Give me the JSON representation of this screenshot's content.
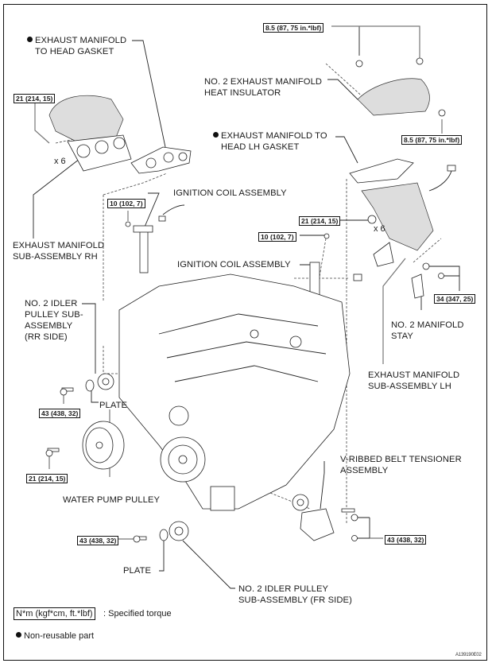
{
  "diagram": {
    "type": "exploded-parts-view",
    "subject": "Engine exhaust manifold, ignition coil and pulley components",
    "figure_id": "A139190E02",
    "labels": {
      "exh_gasket_rh": [
        "EXHAUST MANIFOLD",
        "TO HEAD GASKET"
      ],
      "exh_gasket_rh_nonreusable": true,
      "heat_insulator": [
        "NO. 2 EXHAUST MANIFOLD",
        "HEAT INSULATOR"
      ],
      "exh_gasket_lh": [
        "EXHAUST MANIFOLD TO",
        "HEAD LH GASKET"
      ],
      "exh_gasket_lh_nonreusable": true,
      "ignition_coil_1": "IGNITION COIL ASSEMBLY",
      "ignition_coil_2": "IGNITION COIL ASSEMBLY",
      "exh_manifold_rh": [
        "EXHAUST MANIFOLD",
        "SUB-ASSEMBLY RH"
      ],
      "idler_rr": [
        "NO. 2 IDLER",
        "PULLEY SUB-",
        "ASSEMBLY",
        "(RR SIDE)"
      ],
      "plate_1": "PLATE",
      "water_pump_pulley": "WATER PUMP PULLEY",
      "manifold_stay": [
        "NO. 2 MANIFOLD",
        "STAY"
      ],
      "exh_manifold_lh": [
        "EXHAUST MANIFOLD",
        "SUB-ASSEMBLY LH"
      ],
      "belt_tensioner": [
        "V-RIBBED BELT TENSIONER",
        "ASSEMBLY"
      ],
      "plate_2": "PLATE",
      "idler_fr": [
        "NO. 2 IDLER PULLEY",
        "SUB-ASSEMBLY (FR SIDE)"
      ]
    },
    "quantity_marks": {
      "rh_nuts": "x 6",
      "lh_nuts": "x 6"
    },
    "torque_specs": {
      "insulator_top": "8.5 (87, 75 in.*lbf)",
      "insulator_side": "8.5 (87, 75 in.*lbf)",
      "rh_manifold_nuts": "21 (214, 15)",
      "coil_bolt_rh": "10 (102, 7)",
      "lh_manifold_nuts": "21 (214, 15)",
      "coil_bolt_lh": "10 (102, 7)",
      "manifold_stay": "34 (347, 25)",
      "idler_rr_bolt": "43 (438, 32)",
      "water_pump_bolt": "21 (214, 15)",
      "idler_fr_bolt": "43 (438, 32)",
      "tensioner_bolts": "43 (438, 32)"
    },
    "legend": {
      "torque_unit_box": "N*m (kgf*cm, ft.*lbf)",
      "torque_unit_text": ": Specified torque",
      "nonreusable_text": "Non-reusable part"
    }
  }
}
